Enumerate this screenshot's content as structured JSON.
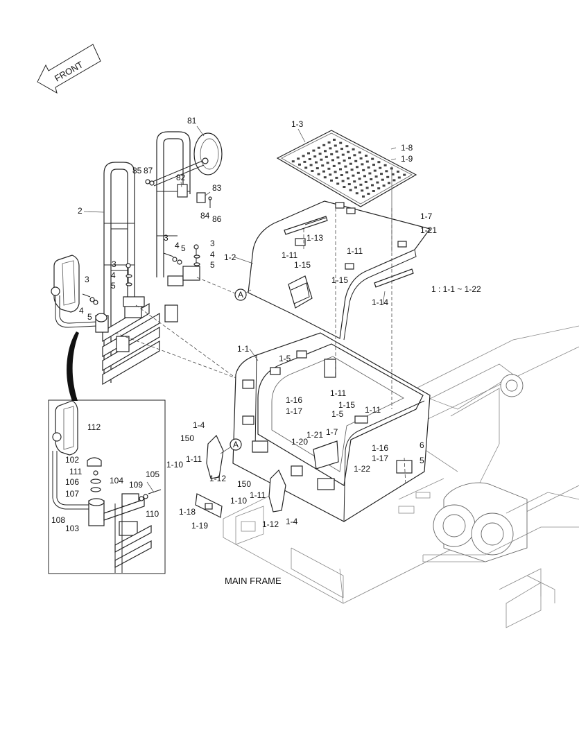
{
  "front_arrow": {
    "label": "FRONT"
  },
  "ref_note": "1 : 1-1 ~ 1-22",
  "view_marker": "A",
  "main_frame_label": "MAIN FRAME",
  "callouts": {
    "c81": "81",
    "c85": "85",
    "c87": "87",
    "c82": "82",
    "c83": "83",
    "c84": "84",
    "c86": "86",
    "c2": "2",
    "c3a": "3",
    "c4a": "4",
    "c5a": "5",
    "c3b": "3",
    "c4b": "4",
    "c5b": "5",
    "c3c": "3",
    "c4c": "4",
    "c5c": "5",
    "c3d": "3",
    "c4d": "4",
    "c5d": "5",
    "c1_3": "1-3",
    "c1_8": "1-8",
    "c1_9": "1-9",
    "c1_7a": "1-7",
    "c1_21a": "1-21",
    "c1_2": "1-2",
    "c1_13": "1-13",
    "c1_11a": "1-11",
    "c1_15a": "1-15",
    "c1_11b": "1-11",
    "c1_15b": "1-15",
    "c1_14": "1-14",
    "c1_1": "1-1",
    "c1_5a": "1-5",
    "c1_16a": "1-16",
    "c1_17a": "1-17",
    "c1_11c": "1-11",
    "c1_15c": "1-15",
    "c1_11d": "1-11",
    "c1_5b": "1-5",
    "c1_21b": "1-21",
    "c1_7b": "1-7",
    "c1_20": "1-20",
    "c1_16b": "1-16",
    "c1_17b": "1-17",
    "c1_22": "1-22",
    "c6": "6",
    "c5e": "5",
    "c1_4a": "1-4",
    "c150a": "150",
    "c1_11e": "1-11",
    "c1_10a": "1-10",
    "c1_12a": "1-12",
    "c150b": "150",
    "c1_11f": "1-11",
    "c1_10b": "1-10",
    "c1_12b": "1-12",
    "c1_4b": "1-4",
    "c1_18": "1-18",
    "c1_19": "1-19",
    "c112": "112",
    "c102": "102",
    "c111": "111",
    "c106": "106",
    "c107": "107",
    "c104": "104",
    "c109": "109",
    "c105": "105",
    "c110": "110",
    "c108": "108",
    "c103": "103"
  }
}
